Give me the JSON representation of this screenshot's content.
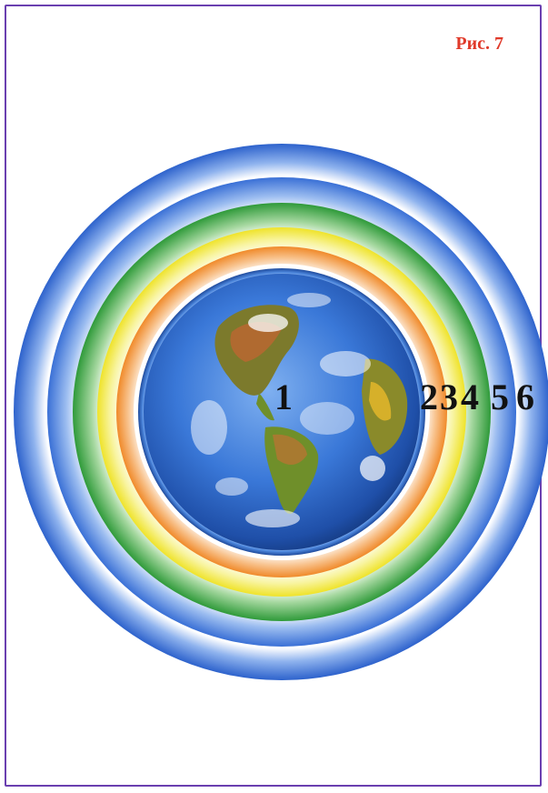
{
  "figure": {
    "label": "Рис. 7"
  },
  "diagram": {
    "earth_label": "1",
    "ring_labels": [
      "2",
      "3",
      "4",
      "5",
      "6"
    ],
    "colors": {
      "frame": "#6a3fb0",
      "label": "#e03a2a",
      "ring_orange": "#f08a2a",
      "ring_yellow": "#f2ea3a",
      "ring_green": "#2f9a3a",
      "ring_blue": "#3a70d6",
      "earth_ocean": "#2f6fd0",
      "earth_land": "#6f8f2a"
    }
  }
}
